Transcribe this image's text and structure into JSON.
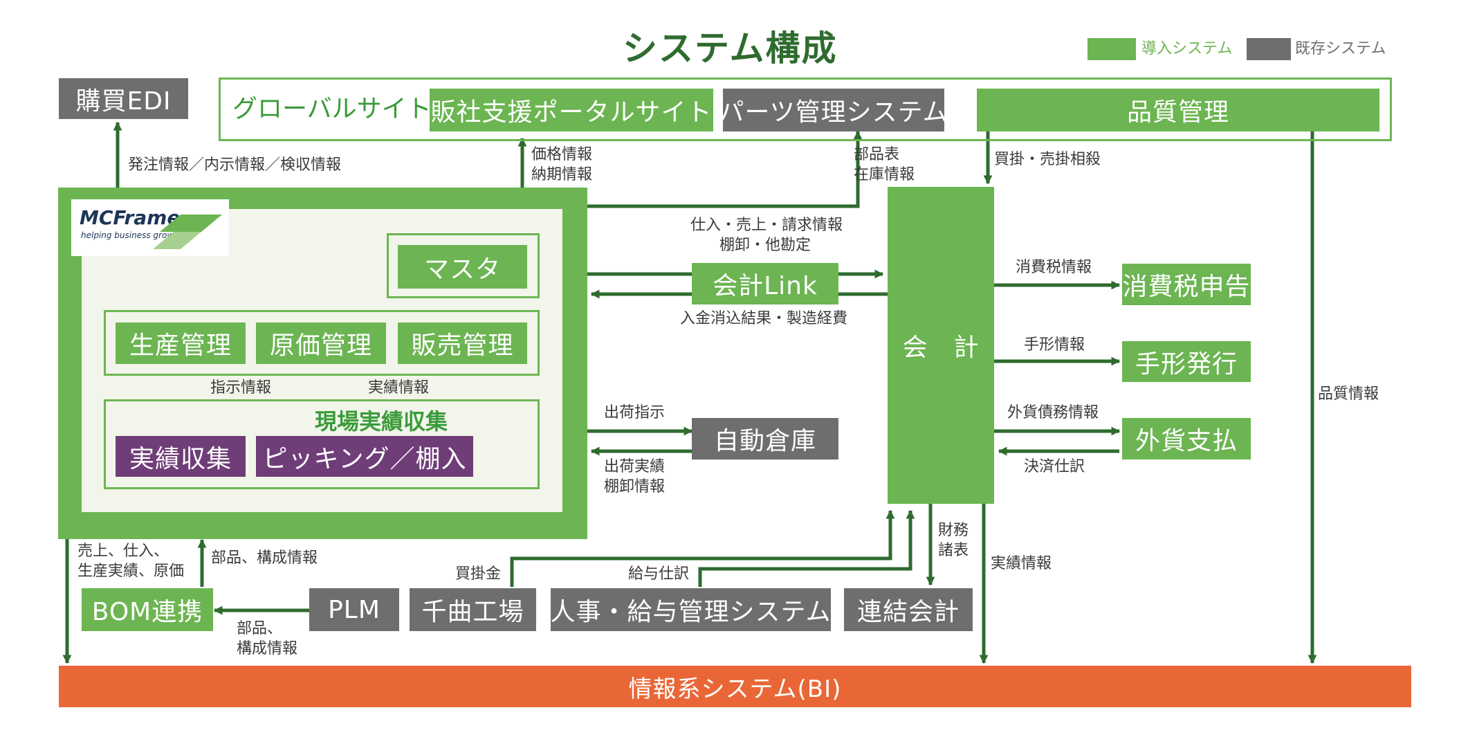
{
  "title": "システム構成",
  "legend": {
    "new_label": "導入システム",
    "existing_label": "既存システム",
    "new_color": "#6cb552",
    "existing_color": "#6e6e6e"
  },
  "colors": {
    "line": "#2f6b2f",
    "bi": "#e96737",
    "purple": "#6f3d78"
  },
  "global_site": {
    "label": "グローバルサイト",
    "portal": "販社支援ポータルサイト",
    "parts": "パーツ管理システム",
    "quality": "品質管理"
  },
  "purchase_edi": "購買EDI",
  "mcframe": {
    "logo": "MCFrame",
    "tagline": "helping business grow",
    "master": "マスタ",
    "production": "生産管理",
    "cost": "原価管理",
    "sales": "販売管理",
    "instruction_info": "指示情報",
    "result_info": "実績情報",
    "shopfloor_title": "現場実績収集",
    "result_collection": "実績収集",
    "picking": "ピッキング／棚入"
  },
  "accounting_link": "会計Link",
  "accounting": "会　計",
  "auto_warehouse": "自動倉庫",
  "tax_filing": "消費税申告",
  "promissory_note": "手形発行",
  "fx_payment": "外貨支払",
  "bom_link": "BOM連携",
  "plm": "PLM",
  "chikuma_factory": "千曲工場",
  "hr_payroll": "人事・給与管理システム",
  "consolidated": "連結会計",
  "bi": "情報系システム(BI)",
  "labels": {
    "order_info": "発注情報／内示情報／検収情報",
    "price_info": "価格情報",
    "delivery_info": "納期情報",
    "bom_info": "部品表",
    "stock_info": "在庫情報",
    "ap_ar_offset": "買掛・売掛相殺",
    "link_in_1": "仕入・売上・請求情報",
    "link_in_2": "棚卸・他勘定",
    "link_out": "入金消込結果・製造経費",
    "tax_info": "消費税情報",
    "note_info": "手形情報",
    "fx_debt_info": "外貨債務情報",
    "settlement": "決済仕訳",
    "quality_info": "品質情報",
    "ship_instruction": "出荷指示",
    "ship_result_1": "出荷実績",
    "ship_result_2": "棚卸情報",
    "sales_etc_1": "売上、仕入、",
    "sales_etc_2": "生産実績、原価",
    "parts_config": "部品、構成情報",
    "parts_1": "部品、",
    "parts_2": "構成情報",
    "payable": "買掛金",
    "payroll_entry": "給与仕訳",
    "financial_1": "財務",
    "financial_2": "諸表",
    "result_info_bi": "実績情報"
  }
}
